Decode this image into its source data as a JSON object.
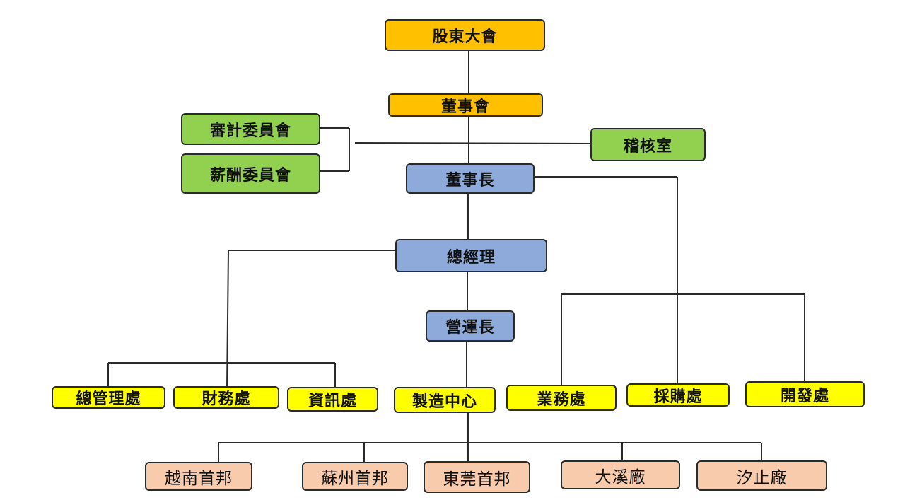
{
  "org": {
    "shareholders_meeting": "股東大會",
    "board_of_directors": "董事會",
    "audit_committee": "審計委員會",
    "remuneration_committee": "薪酬委員會",
    "audit_office": "稽核室",
    "chairman": "董事長",
    "general_manager": "總經理",
    "coo": "營運長",
    "general_management_dept": "總管理處",
    "finance_dept": "財務處",
    "it_dept": "資訊處",
    "manufacturing_center": "製造中心",
    "sales_dept": "業務處",
    "procurement_dept": "採購處",
    "development_dept": "開發處",
    "plant_vietnam": "越南首邦",
    "plant_suzhou": "蘇州首邦",
    "plant_dongguan": "東莞首邦",
    "plant_daxi": "大溪廠",
    "plant_xizhi": "汐止廠"
  },
  "colors": {
    "top_level": "#ffc000",
    "committee": "#92d050",
    "executive": "#8eaadb",
    "department": "#ffff00",
    "plant": "#f8cbad"
  }
}
